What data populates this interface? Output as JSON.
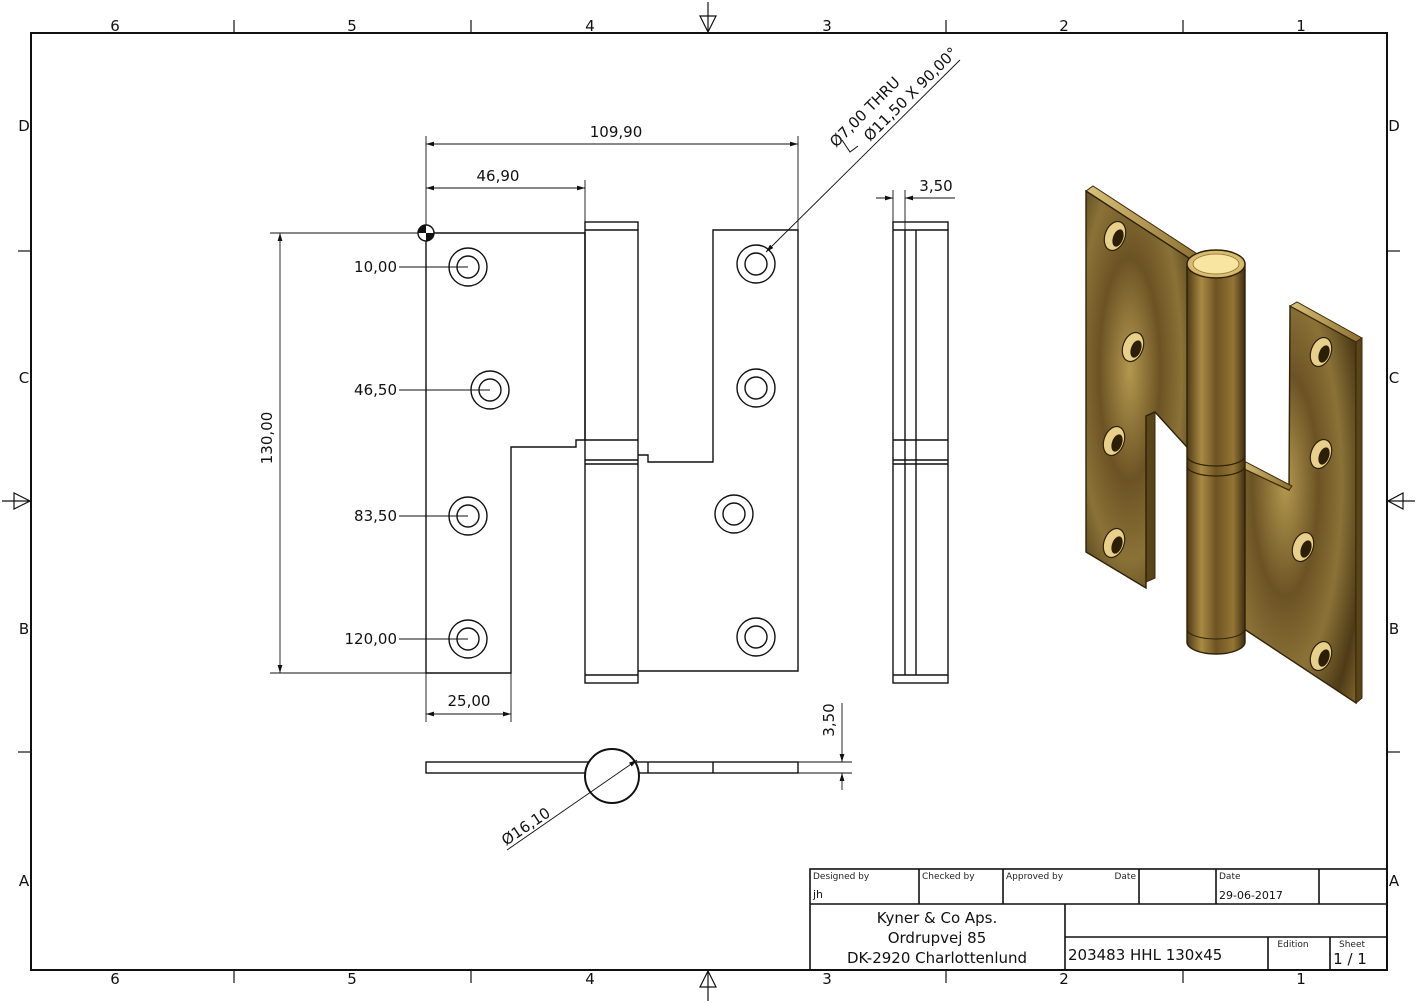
{
  "zones": {
    "columns": [
      "6",
      "5",
      "4",
      "3",
      "2",
      "1"
    ],
    "rows": [
      "D",
      "C",
      "B",
      "A"
    ]
  },
  "dimensions": {
    "overall_width": "109,90",
    "hinge_offset": "46,90",
    "height": "130,00",
    "hole_1": "10,00",
    "hole_2": "46,50",
    "hole_3": "83,50",
    "hole_4": "120,00",
    "bottom_width": "25,00",
    "thickness_side": "3,50",
    "thickness_bottom": "3,50",
    "knuckle_diameter": "Ø16,10",
    "hole_callout_line1": "Ø7,00 THRU",
    "hole_callout_line2": "Ø11,50 X 90,00°"
  },
  "title_block": {
    "designed_by_label": "Designed by",
    "designed_by": "jh",
    "checked_by_label": "Checked by",
    "approved_by_label": "Approved by",
    "date_label_1": "Date",
    "date_label_2": "Date",
    "date": "29-06-2017",
    "company_line1": "Kyner & Co Aps.",
    "company_line2": "Ordrupvej 85",
    "company_line3": "DK-2920 Charlottenlund",
    "part_name": "203483 HHL 130x45",
    "edition_label": "Edition",
    "sheet_label": "Sheet",
    "sheet_value": "1 / 1"
  },
  "colors": {
    "line": "#111111",
    "brass_light": "#f3dc8c",
    "brass_mid": "#8a6a2c",
    "brass_dark": "#4a3814"
  }
}
